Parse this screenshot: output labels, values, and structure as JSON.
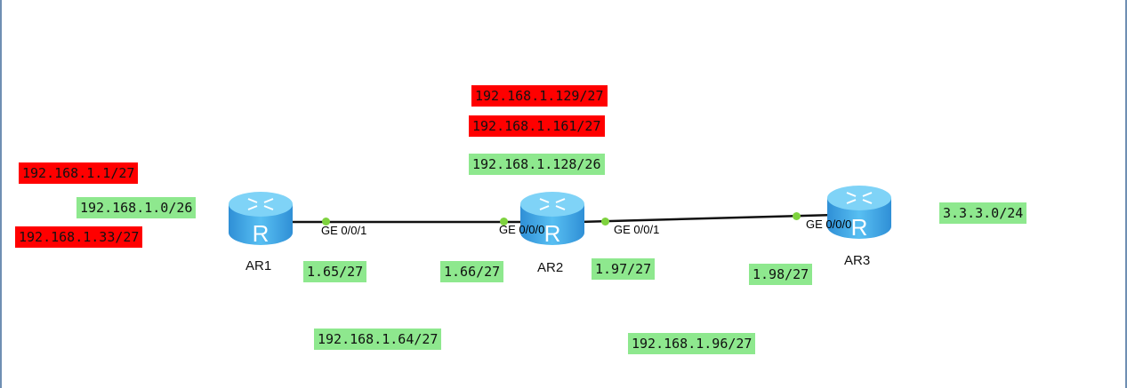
{
  "routers": {
    "ar1": {
      "name": "AR1"
    },
    "ar2": {
      "name": "AR2"
    },
    "ar3": {
      "name": "AR3"
    }
  },
  "ports": {
    "ar1_ge001": "GE 0/0/1",
    "ar2_ge000": "GE 0/0/0",
    "ar2_ge001": "GE 0/0/1",
    "ar3_ge000": "GE 0/0/0"
  },
  "labels": {
    "ar1_lo1": "192.168.1.1/27",
    "ar1_net": "192.168.1.0/26",
    "ar1_lo2": "192.168.1.33/27",
    "ar2_lo1": "192.168.1.129/27",
    "ar2_lo2": "192.168.1.161/27",
    "ar2_net": "192.168.1.128/26",
    "ar3_net": "3.3.3.0/24",
    "ar1_ip": "1.65/27",
    "ar2_ip_left": "1.66/27",
    "ar2_ip_right": "1.97/27",
    "ar3_ip": "1.98/27",
    "link1_net": "192.168.1.64/27",
    "link2_net": "192.168.1.96/27"
  },
  "colors": {
    "loopback": "#ff0000",
    "network": "#8ee88e",
    "port_dot": "#7ed23e",
    "router_body": "#3aa6e8"
  },
  "icons": {
    "router": "router-icon"
  }
}
